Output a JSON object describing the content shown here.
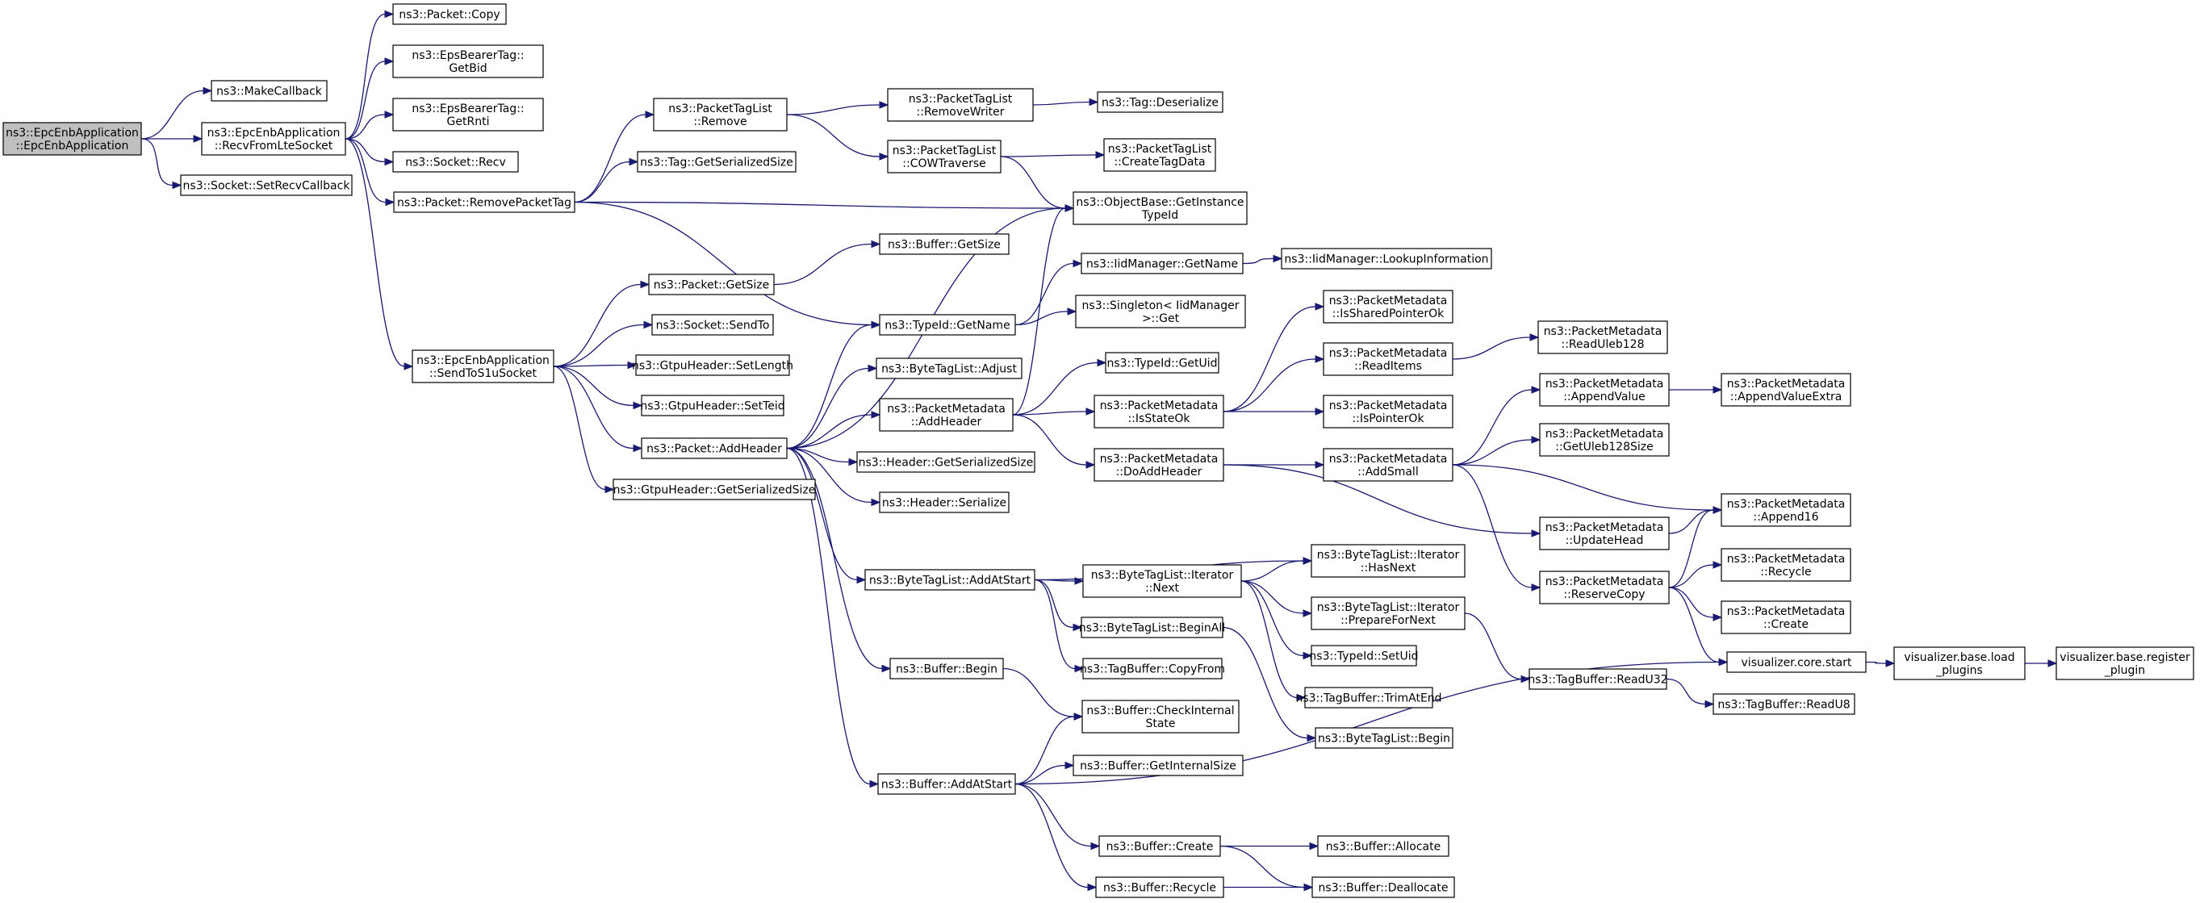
{
  "graph": {
    "root": "n0",
    "colors": {
      "edge": "#191970",
      "root_fill": "#bfbfbf",
      "node_fill": "#ffffff",
      "node_border": "#000000",
      "truncated_border": "#ff0000"
    },
    "nodes": [
      {
        "id": "n0",
        "lines": [
          "ns3::EpcEnbApplication",
          "::EpcEnbApplication"
        ],
        "root": true
      },
      {
        "id": "n1",
        "lines": [
          "ns3::MakeCallback"
        ]
      },
      {
        "id": "n2",
        "lines": [
          "ns3::EpcEnbApplication",
          "::RecvFromLteSocket"
        ]
      },
      {
        "id": "n3",
        "lines": [
          "ns3::Socket::SetRecvCallback"
        ]
      },
      {
        "id": "n4",
        "lines": [
          "ns3::Packet::Copy"
        ]
      },
      {
        "id": "n5",
        "lines": [
          "ns3::EpsBearerTag::",
          "GetBid"
        ]
      },
      {
        "id": "n6",
        "lines": [
          "ns3::EpsBearerTag::",
          "GetRnti"
        ]
      },
      {
        "id": "n7",
        "lines": [
          "ns3::Socket::Recv"
        ]
      },
      {
        "id": "n8",
        "lines": [
          "ns3::Packet::RemovePacketTag"
        ]
      },
      {
        "id": "n9",
        "lines": [
          "ns3::EpcEnbApplication",
          "::SendToS1uSocket"
        ]
      },
      {
        "id": "n10",
        "lines": [
          "ns3::PacketTagList",
          "::Remove"
        ]
      },
      {
        "id": "n11",
        "lines": [
          "ns3::Tag::GetSerializedSize"
        ]
      },
      {
        "id": "n12",
        "lines": [
          "ns3::ObjectBase::GetInstance",
          "TypeId"
        ]
      },
      {
        "id": "n13",
        "lines": [
          "ns3::TypeId::GetName"
        ]
      },
      {
        "id": "n14",
        "lines": [
          "ns3::PacketTagList",
          "::RemoveWriter"
        ]
      },
      {
        "id": "n15",
        "lines": [
          "ns3::PacketTagList",
          "::COWTraverse"
        ]
      },
      {
        "id": "n16",
        "lines": [
          "ns3::Tag::Deserialize"
        ]
      },
      {
        "id": "n17",
        "lines": [
          "ns3::PacketTagList",
          "::CreateTagData"
        ]
      },
      {
        "id": "n18",
        "lines": [
          "ns3::Packet::GetSize"
        ]
      },
      {
        "id": "n19",
        "lines": [
          "ns3::Socket::SendTo"
        ]
      },
      {
        "id": "n20",
        "lines": [
          "ns3::GtpuHeader::SetLength"
        ]
      },
      {
        "id": "n21",
        "lines": [
          "ns3::GtpuHeader::SetTeid"
        ]
      },
      {
        "id": "n22",
        "lines": [
          "ns3::Packet::AddHeader"
        ]
      },
      {
        "id": "n23",
        "lines": [
          "ns3::GtpuHeader::GetSerializedSize"
        ]
      },
      {
        "id": "n24",
        "lines": [
          "ns3::Buffer::GetSize"
        ]
      },
      {
        "id": "n25",
        "lines": [
          "ns3::ByteTagList::Adjust"
        ]
      },
      {
        "id": "n26",
        "lines": [
          "ns3::PacketMetadata",
          "::AddHeader"
        ]
      },
      {
        "id": "n27",
        "lines": [
          "ns3::Header::GetSerializedSize"
        ]
      },
      {
        "id": "n28",
        "lines": [
          "ns3::Header::Serialize"
        ]
      },
      {
        "id": "n29",
        "lines": [
          "ns3::ByteTagList::AddAtStart"
        ]
      },
      {
        "id": "n30",
        "lines": [
          "ns3::Buffer::Begin"
        ]
      },
      {
        "id": "n31",
        "lines": [
          "ns3::Buffer::AddAtStart"
        ]
      },
      {
        "id": "n32",
        "lines": [
          "ns3::IidManager::GetName"
        ]
      },
      {
        "id": "n33",
        "lines": [
          "ns3::Singleton< IidManager",
          ">::Get"
        ]
      },
      {
        "id": "n34",
        "lines": [
          "ns3::IidManager::LookupInformation"
        ]
      },
      {
        "id": "n35",
        "lines": [
          "ns3::TypeId::GetUid"
        ]
      },
      {
        "id": "n36",
        "lines": [
          "ns3::PacketMetadata",
          "::IsStateOk"
        ]
      },
      {
        "id": "n37",
        "lines": [
          "ns3::PacketMetadata",
          "::DoAddHeader"
        ]
      },
      {
        "id": "n38",
        "lines": [
          "ns3::PacketMetadata",
          "::IsSharedPointerOk"
        ]
      },
      {
        "id": "n39",
        "lines": [
          "ns3::PacketMetadata",
          "::ReadItems"
        ]
      },
      {
        "id": "n40",
        "lines": [
          "ns3::PacketMetadata",
          "::IsPointerOk"
        ]
      },
      {
        "id": "n41",
        "lines": [
          "ns3::PacketMetadata",
          "::AddSmall"
        ]
      },
      {
        "id": "n42",
        "lines": [
          "ns3::PacketMetadata",
          "::ReadUleb128"
        ]
      },
      {
        "id": "n43",
        "lines": [
          "ns3::PacketMetadata",
          "::AppendValue"
        ]
      },
      {
        "id": "n44",
        "lines": [
          "ns3::PacketMetadata",
          "::AppendValueExtra"
        ]
      },
      {
        "id": "n45",
        "lines": [
          "ns3::PacketMetadata",
          "::GetUleb128Size"
        ]
      },
      {
        "id": "n46",
        "lines": [
          "ns3::PacketMetadata",
          "::Append16"
        ]
      },
      {
        "id": "n47",
        "lines": [
          "ns3::PacketMetadata",
          "::UpdateHead"
        ]
      },
      {
        "id": "n48",
        "lines": [
          "ns3::PacketMetadata",
          "::ReserveCopy"
        ]
      },
      {
        "id": "n49",
        "lines": [
          "ns3::PacketMetadata",
          "::Recycle"
        ],
        "truncated": true
      },
      {
        "id": "n50",
        "lines": [
          "ns3::PacketMetadata",
          "::Create"
        ],
        "truncated": true
      },
      {
        "id": "n51",
        "lines": [
          "ns3::ByteTagList::Iterator",
          "::Next"
        ]
      },
      {
        "id": "n52",
        "lines": [
          "ns3::ByteTagList::Iterator",
          "::HasNext"
        ]
      },
      {
        "id": "n53",
        "lines": [
          "ns3::ByteTagList::BeginAll"
        ]
      },
      {
        "id": "n54",
        "lines": [
          "ns3::TagBuffer::CopyFrom"
        ]
      },
      {
        "id": "n55",
        "lines": [
          "ns3::ByteTagList::Iterator",
          "::PrepareForNext"
        ]
      },
      {
        "id": "n56",
        "lines": [
          "ns3::TypeId::SetUid"
        ]
      },
      {
        "id": "n57",
        "lines": [
          "ns3::TagBuffer::TrimAtEnd"
        ]
      },
      {
        "id": "n58",
        "lines": [
          "ns3::ByteTagList::Begin"
        ]
      },
      {
        "id": "n59",
        "lines": [
          "ns3::TagBuffer::ReadU32"
        ]
      },
      {
        "id": "n60",
        "lines": [
          "ns3::TagBuffer::ReadU8"
        ]
      },
      {
        "id": "n61",
        "lines": [
          "visualizer.core.start"
        ]
      },
      {
        "id": "n62",
        "lines": [
          "visualizer.base.load",
          "_plugins"
        ]
      },
      {
        "id": "n63",
        "lines": [
          "visualizer.base.register",
          "_plugin"
        ]
      },
      {
        "id": "n64",
        "lines": [
          "ns3::Buffer::CheckInternal",
          "State"
        ]
      },
      {
        "id": "n65",
        "lines": [
          "ns3::Buffer::GetInternalSize"
        ]
      },
      {
        "id": "n66",
        "lines": [
          "ns3::Buffer::Create"
        ]
      },
      {
        "id": "n67",
        "lines": [
          "ns3::Buffer::Recycle"
        ]
      },
      {
        "id": "n68",
        "lines": [
          "ns3::Buffer::Allocate"
        ]
      },
      {
        "id": "n69",
        "lines": [
          "ns3::Buffer::Deallocate"
        ]
      }
    ],
    "edges": [
      [
        "n0",
        "n1"
      ],
      [
        "n0",
        "n2"
      ],
      [
        "n0",
        "n3"
      ],
      [
        "n2",
        "n4"
      ],
      [
        "n2",
        "n5"
      ],
      [
        "n2",
        "n6"
      ],
      [
        "n2",
        "n7"
      ],
      [
        "n2",
        "n8"
      ],
      [
        "n2",
        "n9"
      ],
      [
        "n8",
        "n10"
      ],
      [
        "n8",
        "n11"
      ],
      [
        "n8",
        "n12"
      ],
      [
        "n8",
        "n13"
      ],
      [
        "n10",
        "n14"
      ],
      [
        "n10",
        "n15"
      ],
      [
        "n14",
        "n16"
      ],
      [
        "n15",
        "n17"
      ],
      [
        "n15",
        "n12"
      ],
      [
        "n9",
        "n18"
      ],
      [
        "n9",
        "n19"
      ],
      [
        "n9",
        "n20"
      ],
      [
        "n9",
        "n21"
      ],
      [
        "n9",
        "n22"
      ],
      [
        "n9",
        "n23"
      ],
      [
        "n18",
        "n24"
      ],
      [
        "n22",
        "n12"
      ],
      [
        "n22",
        "n13"
      ],
      [
        "n22",
        "n25"
      ],
      [
        "n22",
        "n26"
      ],
      [
        "n22",
        "n27"
      ],
      [
        "n22",
        "n28"
      ],
      [
        "n22",
        "n29"
      ],
      [
        "n22",
        "n30"
      ],
      [
        "n22",
        "n31"
      ],
      [
        "n13",
        "n32"
      ],
      [
        "n13",
        "n33"
      ],
      [
        "n32",
        "n34"
      ],
      [
        "n26",
        "n12"
      ],
      [
        "n26",
        "n35"
      ],
      [
        "n26",
        "n36"
      ],
      [
        "n26",
        "n37"
      ],
      [
        "n36",
        "n38"
      ],
      [
        "n36",
        "n39"
      ],
      [
        "n36",
        "n40"
      ],
      [
        "n39",
        "n42"
      ],
      [
        "n37",
        "n41"
      ],
      [
        "n37",
        "n47"
      ],
      [
        "n41",
        "n43"
      ],
      [
        "n41",
        "n45"
      ],
      [
        "n41",
        "n46"
      ],
      [
        "n41",
        "n48"
      ],
      [
        "n43",
        "n44"
      ],
      [
        "n47",
        "n46"
      ],
      [
        "n48",
        "n46"
      ],
      [
        "n48",
        "n49"
      ],
      [
        "n48",
        "n50"
      ],
      [
        "n48",
        "n61"
      ],
      [
        "n29",
        "n51"
      ],
      [
        "n29",
        "n52"
      ],
      [
        "n29",
        "n53"
      ],
      [
        "n29",
        "n54"
      ],
      [
        "n51",
        "n52"
      ],
      [
        "n51",
        "n55"
      ],
      [
        "n51",
        "n56"
      ],
      [
        "n51",
        "n57"
      ],
      [
        "n53",
        "n58"
      ],
      [
        "n55",
        "n59"
      ],
      [
        "n59",
        "n60"
      ],
      [
        "n61",
        "n62"
      ],
      [
        "n62",
        "n63"
      ],
      [
        "n30",
        "n64"
      ],
      [
        "n31",
        "n64"
      ],
      [
        "n31",
        "n65"
      ],
      [
        "n31",
        "n66"
      ],
      [
        "n31",
        "n67"
      ],
      [
        "n31",
        "n61"
      ],
      [
        "n66",
        "n68"
      ],
      [
        "n66",
        "n69"
      ],
      [
        "n67",
        "n69"
      ]
    ]
  }
}
